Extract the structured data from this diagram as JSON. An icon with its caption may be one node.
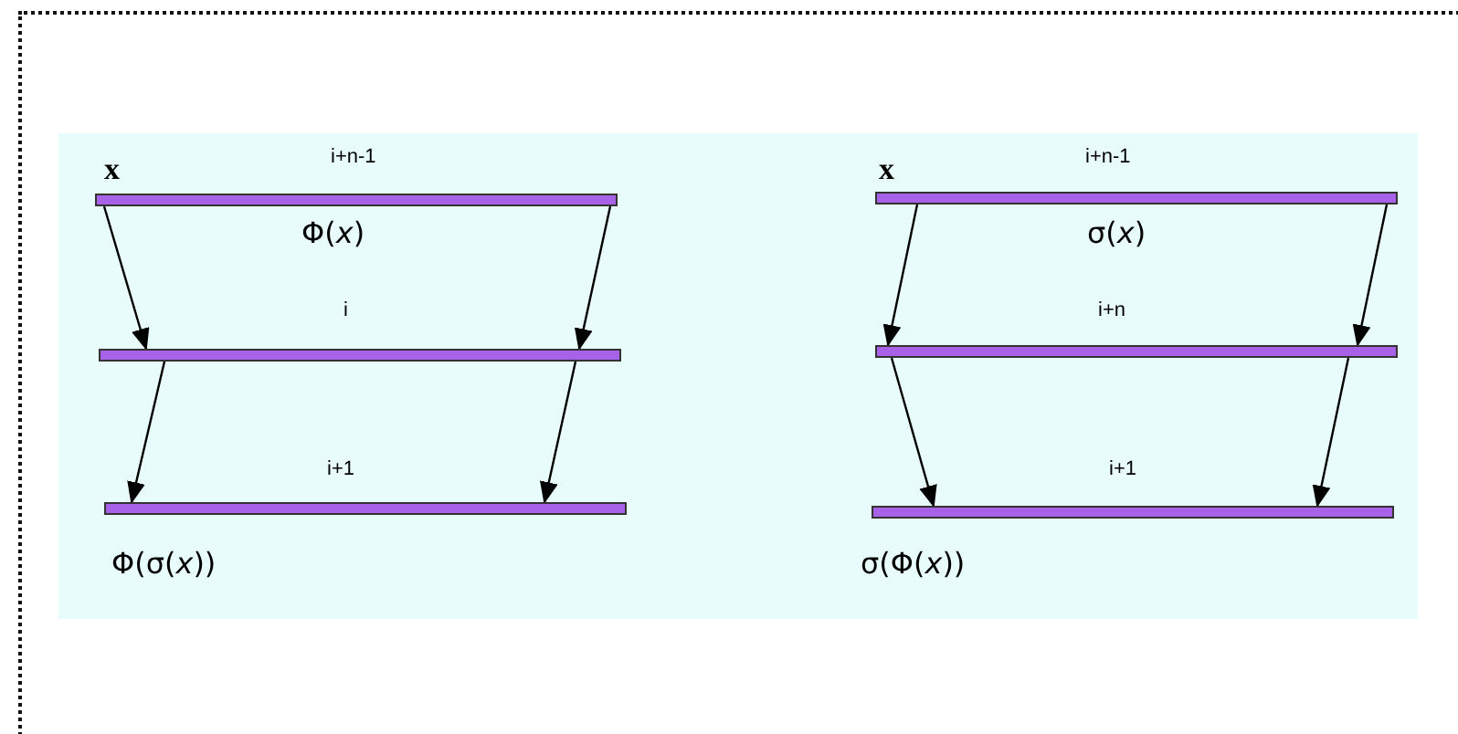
{
  "diagram": {
    "nodes": [
      {
        "text": [],
        "shape": "box"
      },
      {
        "text": [],
        "shape": "bar",
        "in": 0,
        "beside": [
          "i+n-1"
        ]
      },
      {
        "text": [],
        "shape": "bar",
        "in": 0,
        "beside": [
          "i"
        ]
      },
      {
        "text": [],
        "shape": "bar",
        "in": 0,
        "beside": [
          "i+1"
        ]
      },
      {
        "text": [],
        "shape": "bar",
        "in": 0,
        "beside": [
          "i+n-1"
        ]
      },
      {
        "text": [],
        "shape": "bar",
        "in": 0,
        "beside": [
          "i+n"
        ]
      },
      {
        "text": [],
        "shape": "bar",
        "in": 0,
        "beside": [
          "i+1"
        ]
      }
    ],
    "edges": [
      {
        "from": 1,
        "to": 2,
        "arrow": "to"
      },
      {
        "from": 1,
        "to": 2,
        "arrow": "to"
      },
      {
        "from": 2,
        "to": 3,
        "arrow": "to"
      },
      {
        "from": 2,
        "to": 3,
        "arrow": "to"
      },
      {
        "from": 4,
        "to": 5,
        "arrow": "to"
      },
      {
        "from": 4,
        "to": 5,
        "arrow": "to"
      },
      {
        "from": 5,
        "to": 6,
        "arrow": "to"
      },
      {
        "from": 5,
        "to": 6,
        "arrow": "to"
      }
    ],
    "labels": [
      "x",
      "x",
      "Φ(*x*)",
      "σ(*x*)",
      "Φ(σ(*x*))",
      "σ(Φ(*x*))"
    ]
  }
}
